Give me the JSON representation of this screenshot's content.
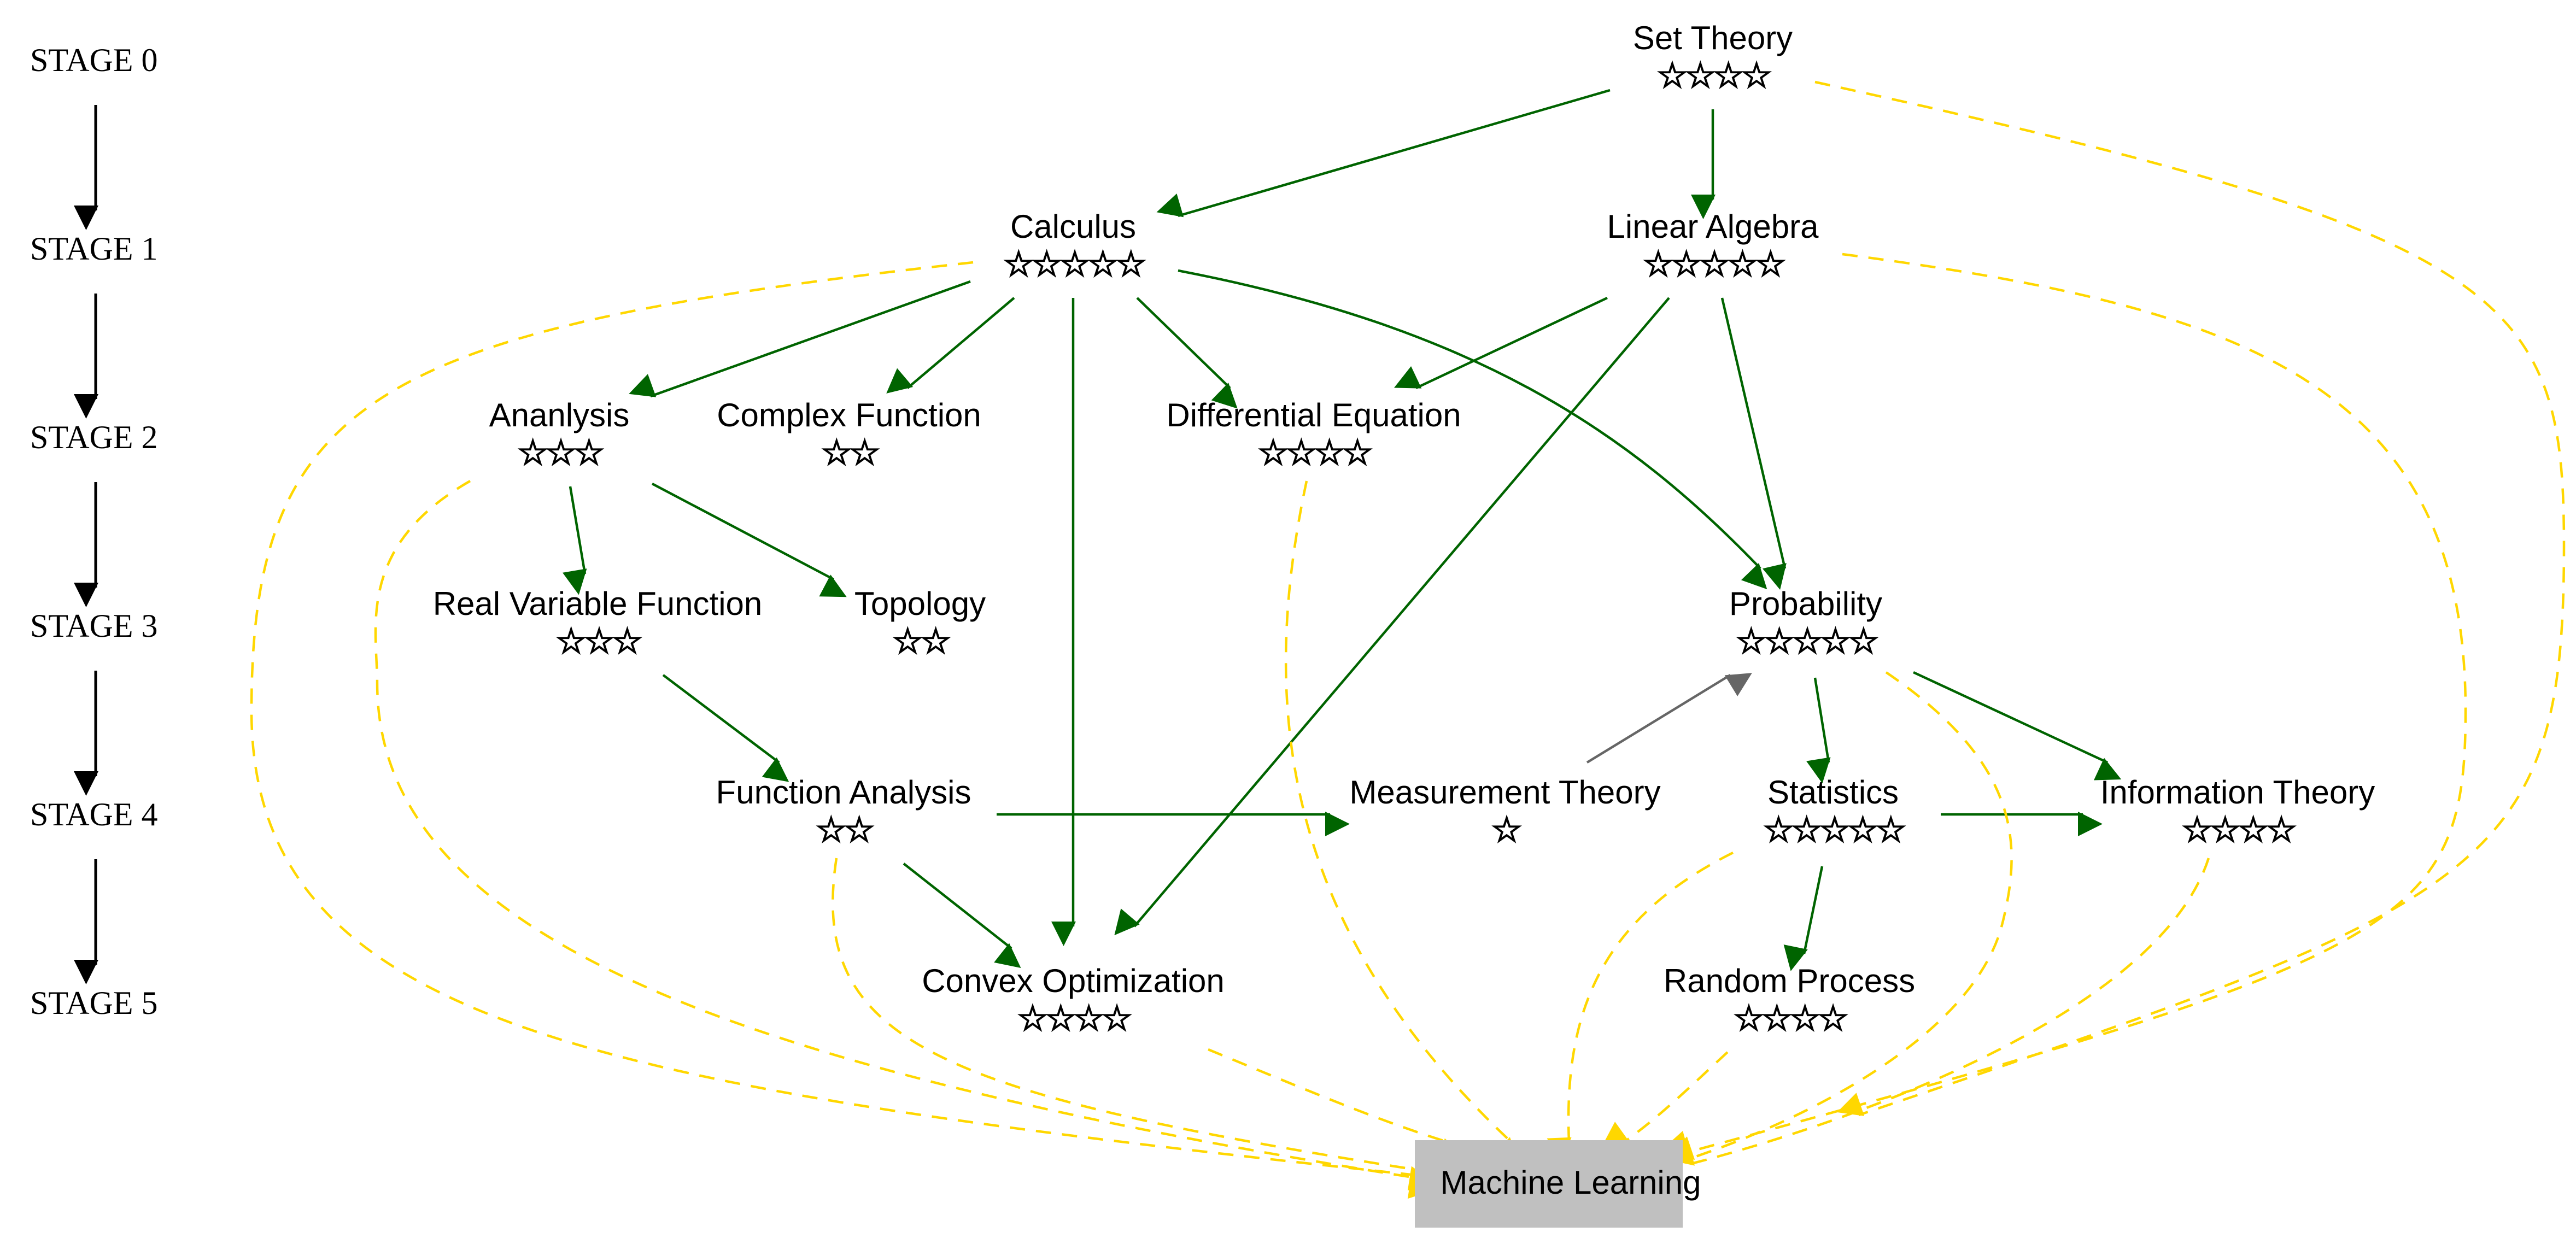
{
  "colors": {
    "prerequisite_edge": "#006400",
    "reverse_edge": "#666666",
    "ml_edge": "#FFD700",
    "target_fill": "#C0C0C0",
    "stage_edge": "#000000"
  },
  "stages": [
    {
      "label": "STAGE 0"
    },
    {
      "label": "STAGE 1"
    },
    {
      "label": "STAGE 2"
    },
    {
      "label": "STAGE 3"
    },
    {
      "label": "STAGE 4"
    },
    {
      "label": "STAGE 5"
    }
  ],
  "nodes": [
    {
      "id": "set_theory",
      "name": "Set Theory",
      "stars": 4,
      "stage": 0
    },
    {
      "id": "calculus",
      "name": "Calculus",
      "stars": 5,
      "stage": 1
    },
    {
      "id": "linear_algebra",
      "name": "Linear Algebra",
      "stars": 5,
      "stage": 1
    },
    {
      "id": "analysis",
      "name": "Ananlysis",
      "stars": 3,
      "stage": 2
    },
    {
      "id": "complex_function",
      "name": "Complex Function",
      "stars": 2,
      "stage": 2
    },
    {
      "id": "differential_equation",
      "name": "Differential Equation",
      "stars": 4,
      "stage": 2
    },
    {
      "id": "real_variable_function",
      "name": "Real Variable Function",
      "stars": 3,
      "stage": 3
    },
    {
      "id": "topology",
      "name": "Topology",
      "stars": 2,
      "stage": 3
    },
    {
      "id": "probability",
      "name": "Probability",
      "stars": 5,
      "stage": 3
    },
    {
      "id": "function_analysis",
      "name": "Function Analysis",
      "stars": 2,
      "stage": 4
    },
    {
      "id": "measurement_theory",
      "name": "Measurement Theory",
      "stars": 1,
      "stage": 4
    },
    {
      "id": "statistics",
      "name": "Statistics",
      "stars": 5,
      "stage": 4
    },
    {
      "id": "information_theory",
      "name": "Information Theory",
      "stars": 4,
      "stage": 4
    },
    {
      "id": "convex_optimization",
      "name": "Convex Optimization",
      "stars": 4,
      "stage": 5
    },
    {
      "id": "random_process",
      "name": "Random Process",
      "stars": 4,
      "stage": 5
    }
  ],
  "target": {
    "id": "machine_learning",
    "name": "Machine Learning"
  },
  "edges": [
    {
      "from": "set_theory",
      "to": "calculus",
      "style": "solid"
    },
    {
      "from": "set_theory",
      "to": "linear_algebra",
      "style": "solid"
    },
    {
      "from": "calculus",
      "to": "analysis",
      "style": "solid"
    },
    {
      "from": "calculus",
      "to": "complex_function",
      "style": "solid"
    },
    {
      "from": "calculus",
      "to": "differential_equation",
      "style": "solid"
    },
    {
      "from": "calculus",
      "to": "convex_optimization",
      "style": "solid"
    },
    {
      "from": "calculus",
      "to": "probability",
      "style": "solid"
    },
    {
      "from": "linear_algebra",
      "to": "differential_equation",
      "style": "solid"
    },
    {
      "from": "linear_algebra",
      "to": "probability",
      "style": "solid"
    },
    {
      "from": "linear_algebra",
      "to": "convex_optimization",
      "style": "solid"
    },
    {
      "from": "analysis",
      "to": "real_variable_function",
      "style": "solid"
    },
    {
      "from": "analysis",
      "to": "topology",
      "style": "solid"
    },
    {
      "from": "real_variable_function",
      "to": "function_analysis",
      "style": "solid"
    },
    {
      "from": "function_analysis",
      "to": "measurement_theory",
      "style": "solid"
    },
    {
      "from": "function_analysis",
      "to": "convex_optimization",
      "style": "solid"
    },
    {
      "from": "measurement_theory",
      "to": "probability",
      "style": "gray"
    },
    {
      "from": "probability",
      "to": "statistics",
      "style": "solid"
    },
    {
      "from": "probability",
      "to": "information_theory",
      "style": "solid"
    },
    {
      "from": "statistics",
      "to": "information_theory",
      "style": "solid"
    },
    {
      "from": "statistics",
      "to": "random_process",
      "style": "solid"
    },
    {
      "from": "set_theory",
      "to": "machine_learning",
      "style": "dashed"
    },
    {
      "from": "calculus",
      "to": "machine_learning",
      "style": "dashed"
    },
    {
      "from": "linear_algebra",
      "to": "machine_learning",
      "style": "dashed"
    },
    {
      "from": "analysis",
      "to": "machine_learning",
      "style": "dashed"
    },
    {
      "from": "differential_equation",
      "to": "machine_learning",
      "style": "dashed"
    },
    {
      "from": "probability",
      "to": "machine_learning",
      "style": "dashed"
    },
    {
      "from": "function_analysis",
      "to": "machine_learning",
      "style": "dashed"
    },
    {
      "from": "statistics",
      "to": "machine_learning",
      "style": "dashed"
    },
    {
      "from": "information_theory",
      "to": "machine_learning",
      "style": "dashed"
    },
    {
      "from": "convex_optimization",
      "to": "machine_learning",
      "style": "dashed"
    },
    {
      "from": "random_process",
      "to": "machine_learning",
      "style": "dashed"
    }
  ]
}
